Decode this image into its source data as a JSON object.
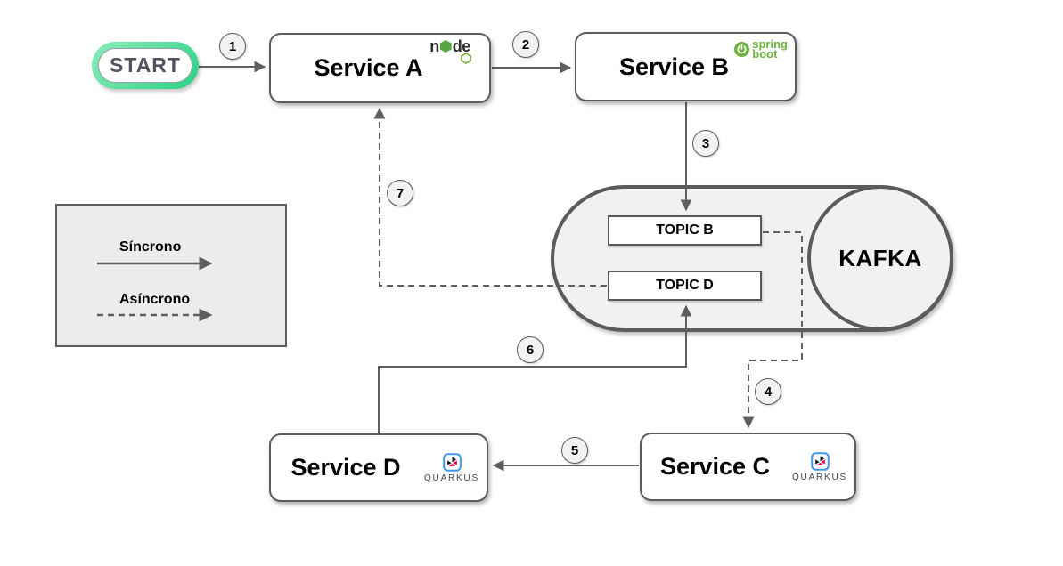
{
  "nodes": {
    "start": "START",
    "service_a": "Service A",
    "service_b": "Service B",
    "service_c": "Service C",
    "service_d": "Service D",
    "kafka": "KAFKA",
    "topic_b": "TOPIC B",
    "topic_d": "TOPIC D"
  },
  "steps": [
    "1",
    "2",
    "3",
    "4",
    "5",
    "6",
    "7"
  ],
  "legend": {
    "sync_label": "Síncrono",
    "async_label": "Asíncrono"
  },
  "logos": {
    "nodejs": {
      "part1": "n",
      "part2": "de"
    },
    "spring": {
      "line1": "spring",
      "line2": "boot"
    },
    "quarkus": {
      "label": "QUARKUS"
    }
  },
  "colors": {
    "start_green": "#3ed48f",
    "node_green": "#58a63f",
    "spring_green": "#6db33f",
    "quarkus_blue": "#4695eb",
    "quarkus_red": "#ff004a",
    "line_gray": "#616161",
    "cylinder_fill": "#f1f1f1"
  }
}
